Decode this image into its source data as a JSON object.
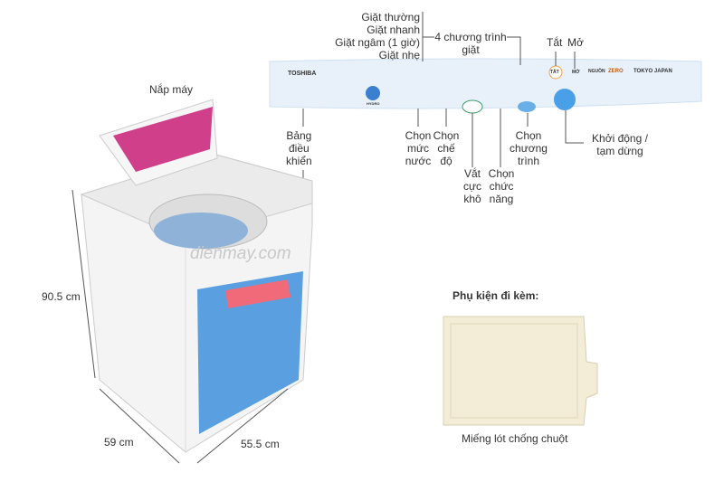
{
  "labels": {
    "lid": "Nắp máy",
    "panel": [
      "Bảng",
      "điều",
      "khiển"
    ],
    "wash_modes": [
      "Giặt thường",
      "Giặt nhanh",
      "Giặt ngâm (1 giờ)",
      "Giặt nhẹ"
    ],
    "programs": [
      "4 chương trình",
      "giặt"
    ],
    "off": "Tắt",
    "on": "Mở",
    "water_level": [
      "Chọn",
      "mức",
      "nước"
    ],
    "mode": [
      "Chọn",
      "chế",
      "độ"
    ],
    "spin": [
      "Vắt",
      "cực",
      "khô"
    ],
    "function": [
      "Chọn",
      "chức",
      "năng"
    ],
    "program": [
      "Chọn",
      "chương",
      "trình"
    ],
    "start": [
      "Khởi động /",
      "tạm dừng"
    ]
  },
  "panel": {
    "brand": "TOSHIBA",
    "off_btn": "TẮT",
    "on_btn": "MỞ",
    "power": "NGUỒN",
    "zero": "ZERO",
    "tokyo": "TOKYO JAPAN",
    "hydro": "HYDRO"
  },
  "dimensions": {
    "height": "90.5 cm",
    "width": "59 cm",
    "depth": "55.5 cm"
  },
  "watermark": "dienmay.com",
  "accessory": {
    "title": "Phụ kiện đi kèm:",
    "caption": "Miếng lót chống chuột"
  }
}
